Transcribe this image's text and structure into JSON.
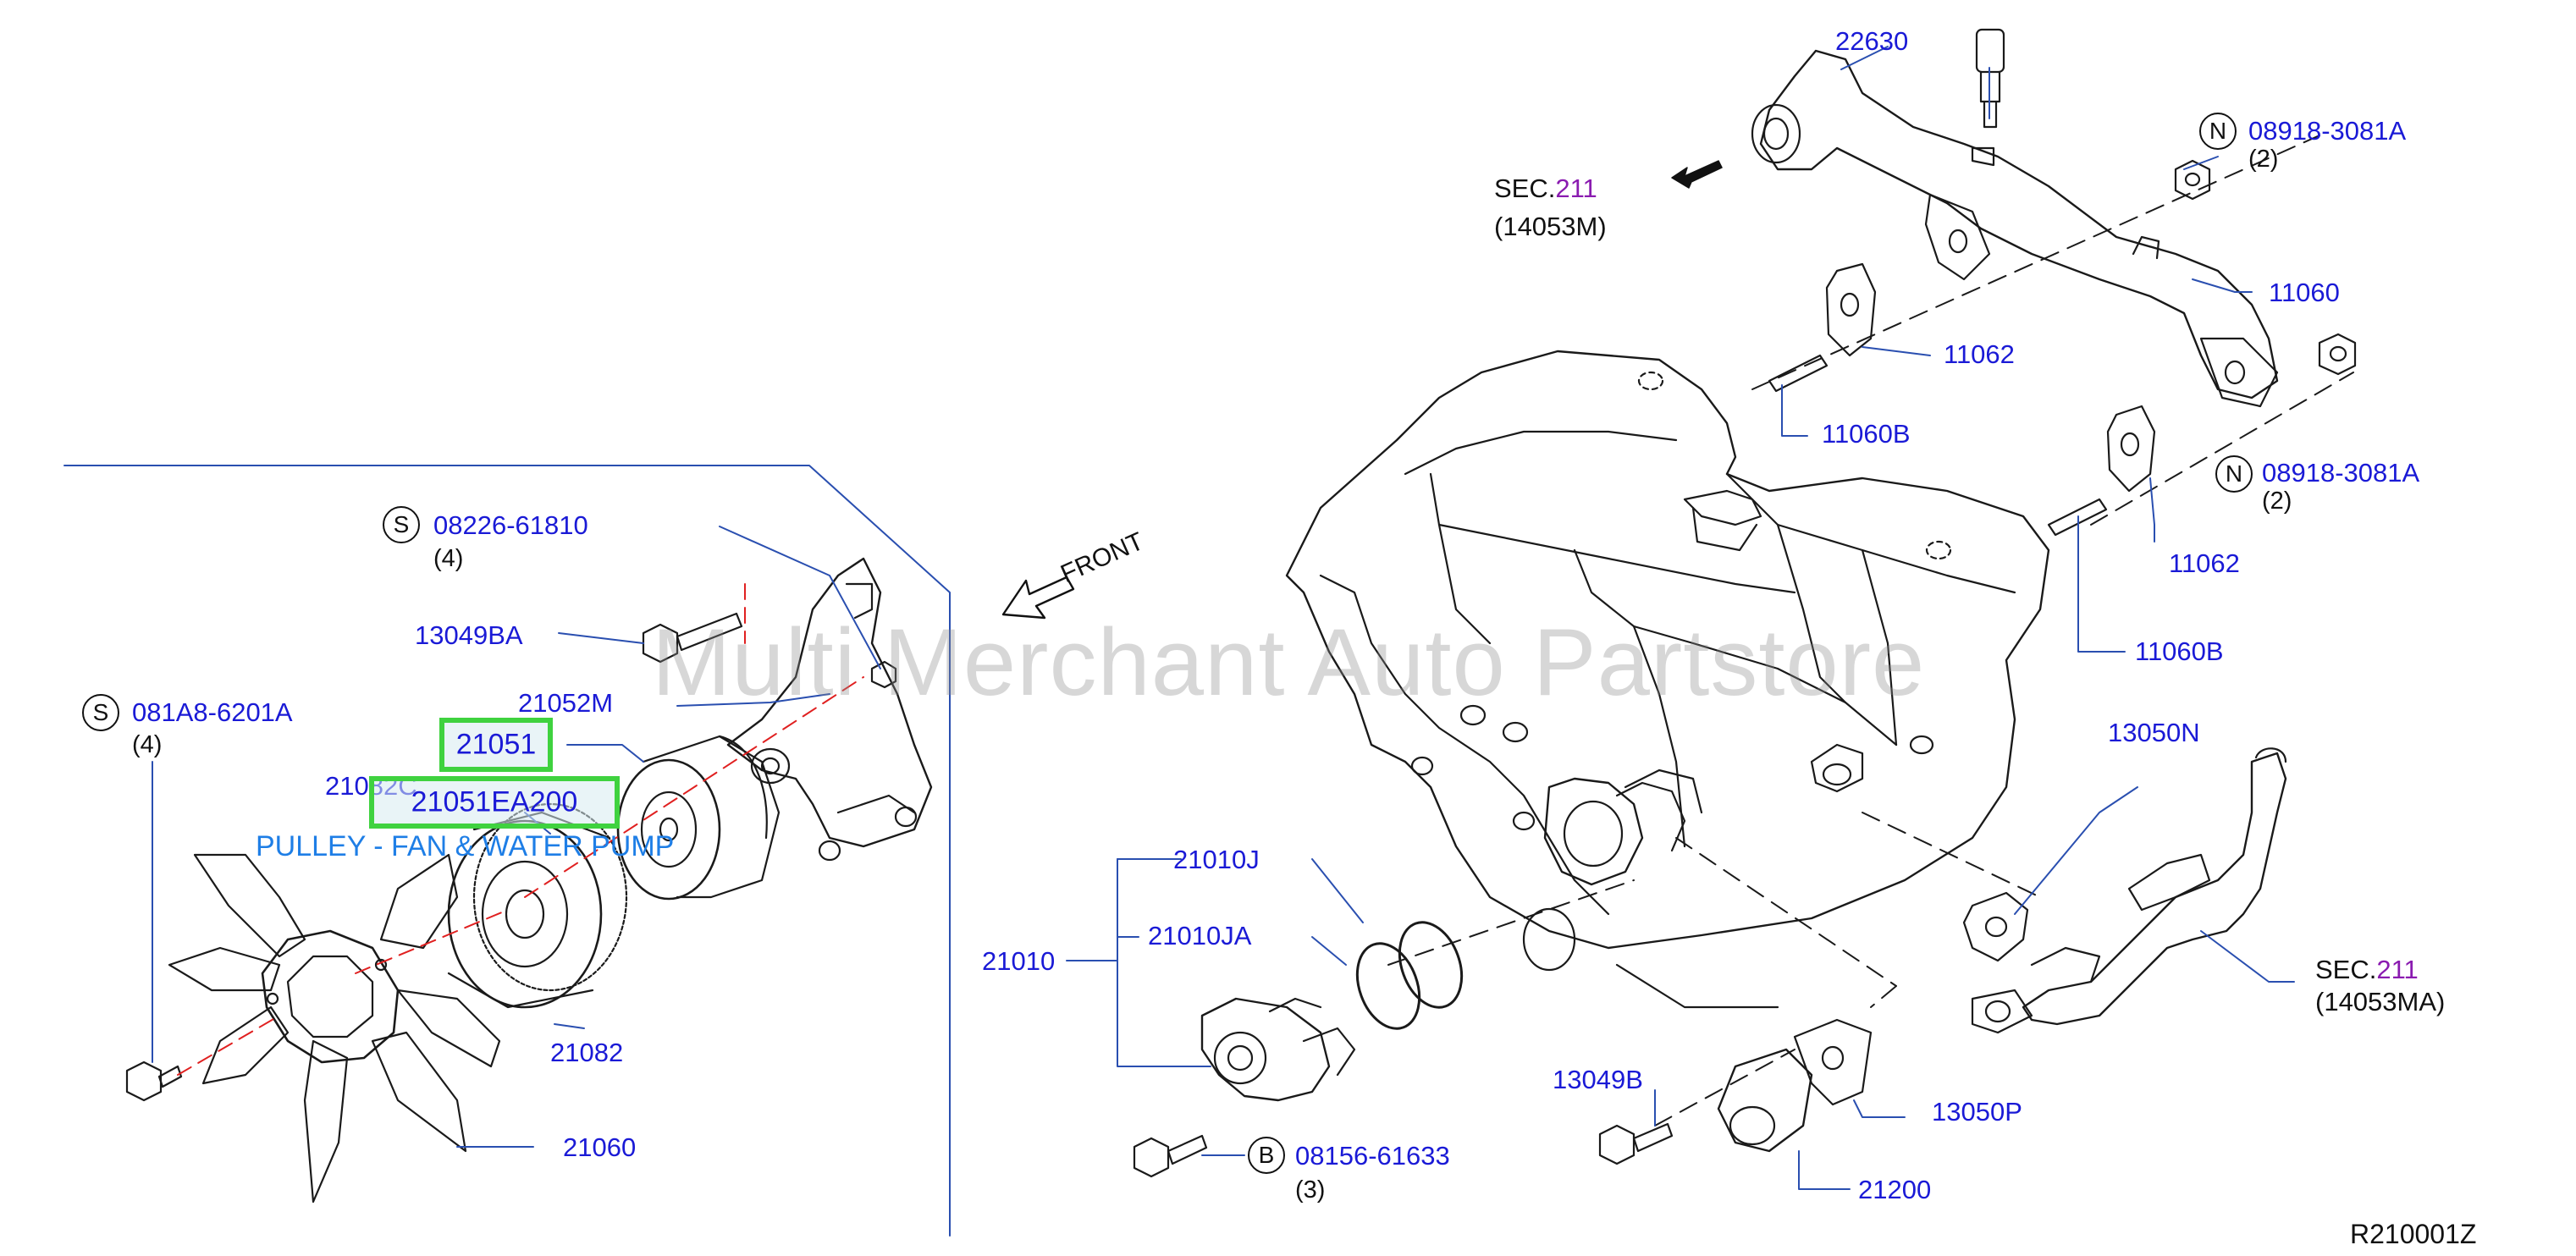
{
  "diagram": {
    "watermark": "Multi Merchant Auto Partstore",
    "front_label": "FRONT",
    "diagram_ref": "R210001Z",
    "highlight": {
      "part": "21051",
      "part_number": "21051EA200",
      "description": "PULLEY - FAN & WATER PUMP"
    },
    "labels": {
      "p22630": "22630",
      "sec211_a_prefix": "SEC.",
      "sec211_a_num": "211",
      "sec211_a_code": "(14053M)",
      "n1_letter": "N",
      "n1_part": "08918-3081A",
      "n1_qty": "(2)",
      "p11060": "11060",
      "p11062_a": "11062",
      "p11060b_a": "11060B",
      "n2_letter": "N",
      "n2_part": "08918-3081A",
      "n2_qty": "(2)",
      "p11062_b": "11062",
      "p11060b_b": "11060B",
      "p13050n": "13050N",
      "sec211_b_prefix": "SEC.",
      "sec211_b_num": "211",
      "sec211_b_code": "(14053MA)",
      "p13050p": "13050P",
      "p13049b": "13049B",
      "p21200": "21200",
      "p21010j": "21010J",
      "p21010ja": "21010JA",
      "p21010": "21010",
      "b_letter": "B",
      "b_part": "08156-61633",
      "b_qty": "(3)",
      "s1_letter": "S",
      "s1_part": "08226-61810",
      "s1_qty": "(4)",
      "p13049ba": "13049BA",
      "p21052m": "21052M",
      "s2_letter": "S",
      "s2_part": "081A8-6201A",
      "s2_qty": "(4)",
      "p21082c": "21082C",
      "p21082": "21082",
      "p21060": "21060"
    }
  }
}
